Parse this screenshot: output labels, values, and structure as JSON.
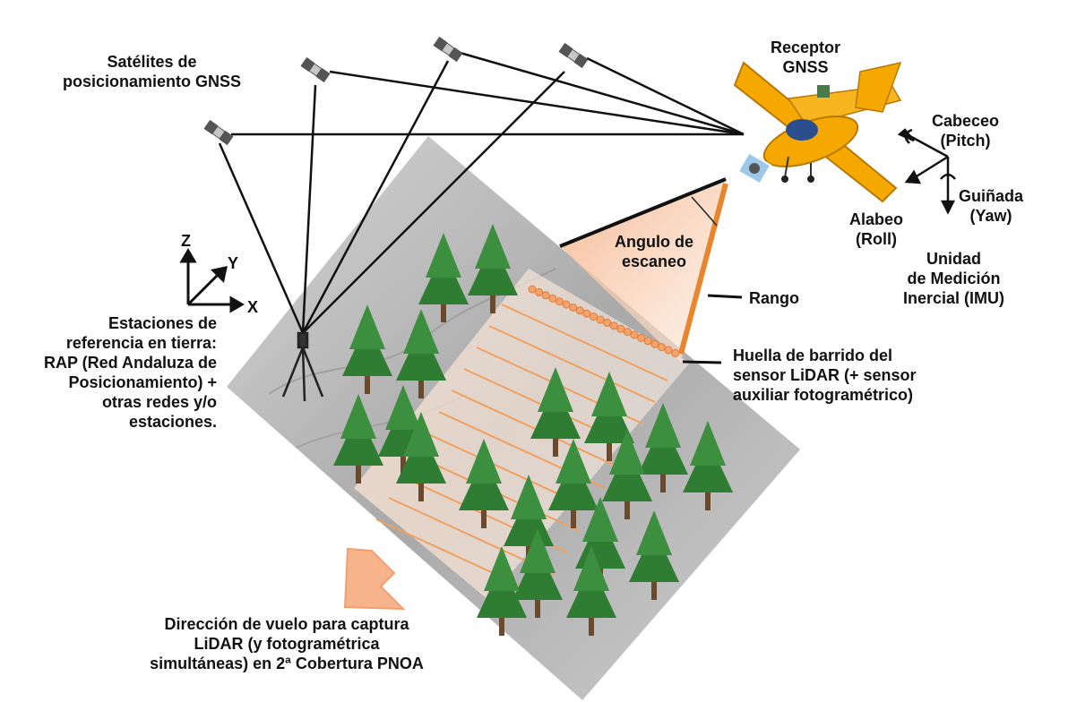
{
  "labels": {
    "satellites": [
      "Satélites de",
      "posicionamiento GNSS"
    ],
    "receiver": [
      "Receptor",
      "GNSS"
    ],
    "pitch": [
      "Cabeceo",
      "(Pitch)"
    ],
    "yaw": [
      "Guiñada",
      "(Yaw)"
    ],
    "roll": [
      "Alabeo",
      "(Roll)"
    ],
    "imu": [
      "Unidad",
      "de Medición",
      "Inercial (IMU)"
    ],
    "scan_angle": [
      "Angulo de",
      "escaneo"
    ],
    "range": "Rango",
    "footprint": [
      "Huella de barrido del",
      "sensor LiDAR (+ sensor",
      "auxiliar fotogramétrico)"
    ],
    "ground_stations": [
      "Estaciones de",
      "referencia en tierra:",
      "RAP (Red Andaluza de",
      "Posicionamiento) +",
      "otras redes y/o",
      "estaciones."
    ],
    "flight_direction": [
      "Dirección de vuelo para captura",
      "LiDAR (y fotogramétrica",
      "simultáneas) en 2ª Cobertura PNOA"
    ]
  },
  "axes": {
    "z": "Z",
    "y": "Y",
    "x": "X"
  },
  "icons": [
    "satellite-icon",
    "airplane-icon",
    "camera-sensor-icon",
    "tripod-station-icon",
    "tree-icon",
    "arrow-icon"
  ],
  "colors": {
    "terrain": "#b9b9b9",
    "tree": "#2e7d32",
    "scan_line": "#f0a060",
    "beam": "#f7c9a8",
    "plane": "#f5a800",
    "arrow": "#f7b48a"
  }
}
